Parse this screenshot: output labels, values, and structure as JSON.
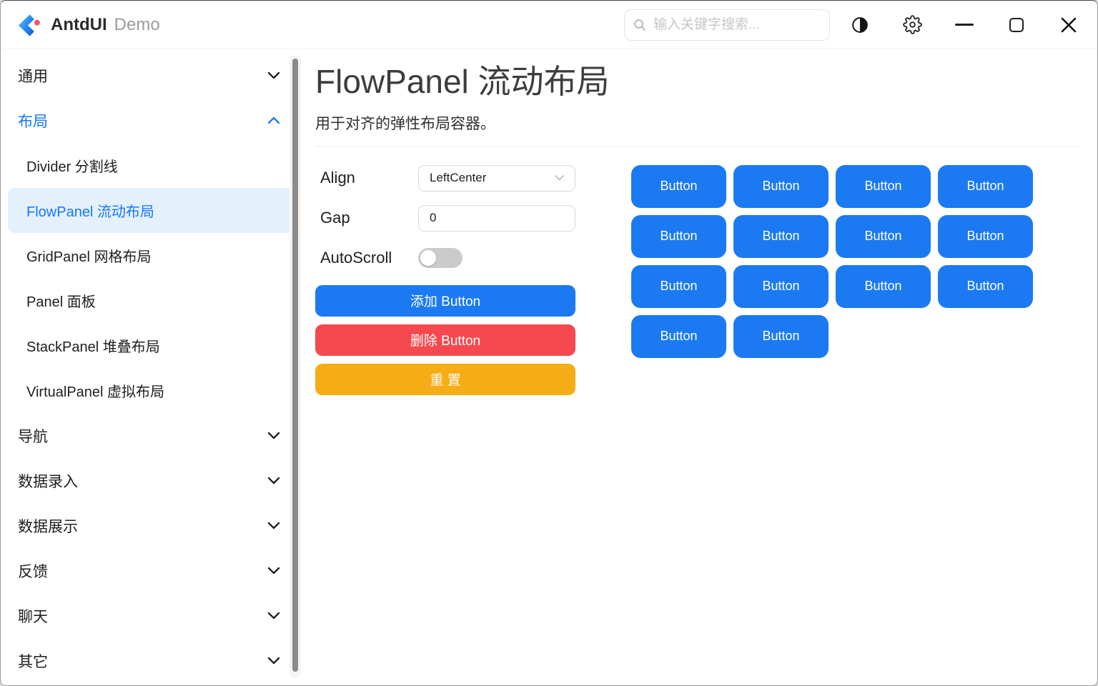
{
  "window": {
    "title": "AntdUI",
    "subtitle": "Demo",
    "search_placeholder": "输入关键字搜索..."
  },
  "titlebar_icons": [
    {
      "name": "theme-contrast-icon"
    },
    {
      "name": "settings-gear-icon"
    },
    {
      "name": "minimize-icon"
    },
    {
      "name": "maximize-icon"
    },
    {
      "name": "close-icon"
    }
  ],
  "sidebar": {
    "groups": [
      {
        "label": "通用",
        "expanded": false
      },
      {
        "label": "布局",
        "expanded": true,
        "children": [
          {
            "label": "Divider 分割线",
            "selected": false
          },
          {
            "label": "FlowPanel 流动布局",
            "selected": true
          },
          {
            "label": "GridPanel 网格布局",
            "selected": false
          },
          {
            "label": "Panel 面板",
            "selected": false
          },
          {
            "label": "StackPanel 堆叠布局",
            "selected": false
          },
          {
            "label": "VirtualPanel 虚拟布局",
            "selected": false
          }
        ]
      },
      {
        "label": "导航",
        "expanded": false
      },
      {
        "label": "数据录入",
        "expanded": false
      },
      {
        "label": "数据展示",
        "expanded": false
      },
      {
        "label": "反馈",
        "expanded": false
      },
      {
        "label": "聊天",
        "expanded": false
      },
      {
        "label": "其它",
        "expanded": false
      }
    ]
  },
  "page": {
    "title": "FlowPanel 流动布局",
    "description": "用于对齐的弹性布局容器。"
  },
  "controls": {
    "align_label": "Align",
    "align_value": "LeftCenter",
    "gap_label": "Gap",
    "gap_value": "0",
    "autoscroll_label": "AutoScroll",
    "autoscroll_on": false,
    "add_label": "添加 Button",
    "remove_label": "删除 Button",
    "reset_label": "重 置"
  },
  "flow_panel": {
    "button_label": "Button",
    "count": 14,
    "per_row": 4
  },
  "colors": {
    "accent": "#1677ff",
    "button_blue": "#1b7af2",
    "danger_red": "#f5494f",
    "warning_orange": "#f6ac15",
    "selected_bg": "#e4f1fc",
    "logo_red_dot": "#f5575e"
  }
}
